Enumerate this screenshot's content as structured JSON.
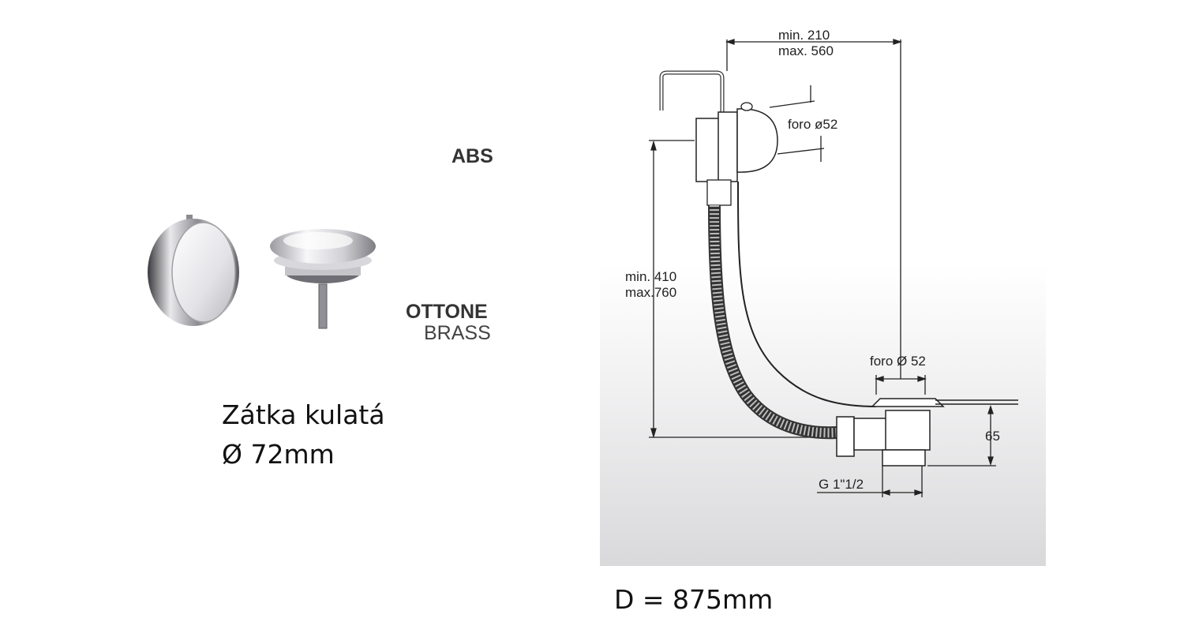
{
  "materials": {
    "abs": "ABS",
    "ottone": "OTTONE",
    "brass": "BRASS"
  },
  "caption": {
    "name": "Zátka kulatá",
    "diameter": "Ø 72mm",
    "length": "D = 875mm"
  },
  "dimensions": {
    "horizontal_min": "min. 210",
    "horizontal_max": "max. 560",
    "overflow_hole": "foro ø52",
    "vertical_min": "min. 410",
    "vertical_max": "max.760",
    "drain_hole": "foro Ø 52",
    "drain_height": "65",
    "thread": "G 1\"1/2"
  },
  "colors": {
    "panel_top": "#ffffff",
    "panel_bottom": "#d9d9db",
    "line": "#222222",
    "chrome_dark": "#5a5a5e",
    "chrome_light": "#f4f4f6"
  }
}
